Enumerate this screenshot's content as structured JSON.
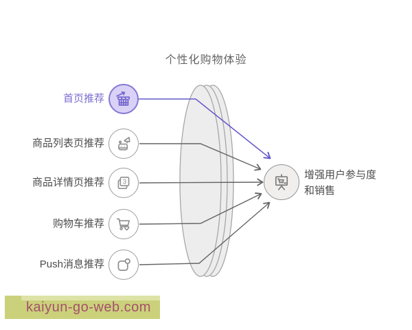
{
  "diagram": {
    "title": "个性化购物体验",
    "sources": [
      {
        "label": "首页推荐",
        "icon": "storefront-arrow-icon",
        "highlighted": true
      },
      {
        "label": "商品列表页推荐",
        "icon": "robot-megaphone-icon",
        "highlighted": false
      },
      {
        "label": "商品详情页推荐",
        "icon": "stacked-pages-icon",
        "badge": "3",
        "highlighted": false
      },
      {
        "label": "购物车推荐",
        "icon": "cart-heart-icon",
        "highlighted": false
      },
      {
        "label": "Push消息推荐",
        "icon": "notification-badge-icon",
        "highlighted": false
      }
    ],
    "outcome": {
      "icon": "presentation-cart-icon",
      "lines": [
        "增强用户参与度",
        "和销售"
      ]
    },
    "colors": {
      "accent_purple": "#6458cc",
      "purple_fill": "#d9d2f6",
      "purple_border": "#8577d6",
      "gray_line": "#636363",
      "icon_gray": "#8f8f8f",
      "lens_fill": "#eeeded",
      "lens_stroke": "#a6a6a6"
    }
  },
  "watermark": {
    "text": "kaiyun-go-web.com",
    "bg": "#cbd17b",
    "color": "#a5506a"
  }
}
